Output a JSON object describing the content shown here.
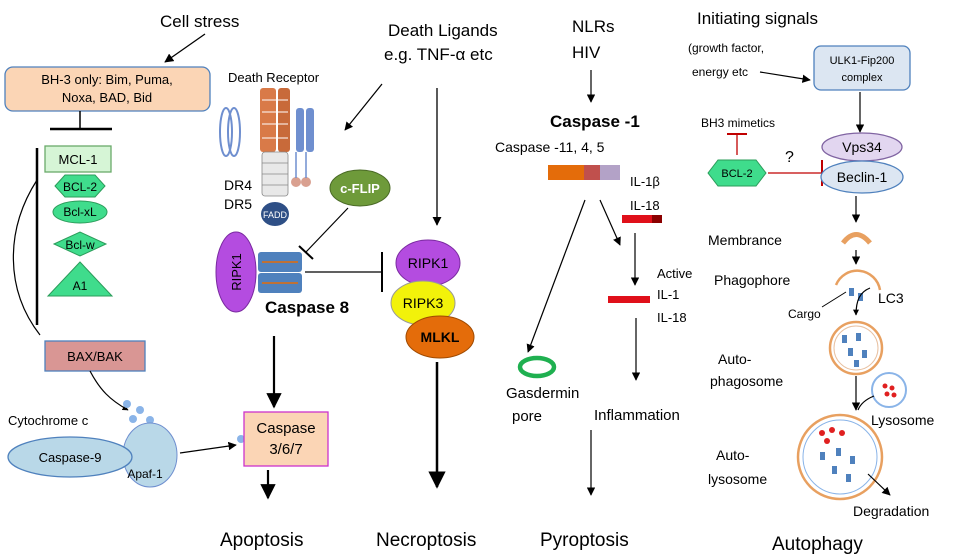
{
  "columns": {
    "apoptosis": {
      "trigger": "Cell stress",
      "bh3_box": [
        "BH-3 only: Bim, Puma,",
        "Noxa, BAD, Bid"
      ],
      "mcl1": "MCL-1",
      "bcl2": "BCL-2",
      "bclxl": "Bcl-xL",
      "bclw": "Bcl-w",
      "a1": "A1",
      "baxbak": "BAX/BAK",
      "cytochrome": "Cytochrome c",
      "caspase9": "Caspase-9",
      "apaf1": "Apaf-1",
      "caspase367": [
        "Caspase",
        "3/6/7"
      ],
      "outcome": "Apoptosis"
    },
    "death_receptor": {
      "ligands": [
        "Death Ligands",
        "e.g. TNF-α etc"
      ],
      "receptor": "Death Receptor",
      "dr4": "DR4",
      "dr5": "DR5",
      "fadd": "FADD",
      "cflip": "c-FLIP",
      "ripk1_left": "RIPK1",
      "caspase8": "Caspase 8"
    },
    "necroptosis": {
      "ripk1": "RIPK1",
      "ripk3": "RIPK3",
      "mlkl": "MLKL",
      "outcome": "Necroptosis"
    },
    "pyroptosis": {
      "trigger": [
        "NLRs",
        "HIV"
      ],
      "caspase1": "Caspase -1",
      "caspase_other": "Caspase -11, 4, 5",
      "il1b": "IL-1β",
      "il18_top": "IL-18",
      "active": [
        "Active",
        "IL-1",
        "IL-18"
      ],
      "gasdermin": [
        "Gasdermin",
        "pore"
      ],
      "inflammation": "Inflammation",
      "outcome": "Pyroptosis"
    },
    "autophagy": {
      "initiating": "Initiating signals",
      "initiating_sub": [
        "(growth factor,",
        "energy etc"
      ],
      "ulk1": [
        "ULK1-Fip200",
        "complex"
      ],
      "bh3_mimetics": "BH3 mimetics",
      "bcl2": "BCL-2",
      "question": "?",
      "vps34": "Vps34",
      "beclin1": "Beclin-1",
      "membrance": "Membrance",
      "phagophore": "Phagophore",
      "lc3": "LC3",
      "cargo": "Cargo",
      "autophagosome": [
        "Auto-",
        "phagosome"
      ],
      "lysosome": "Lysosome",
      "autolysosome": [
        "Auto-",
        "lysosome"
      ],
      "degradation": "Degradation",
      "outcome": "Autophagy"
    }
  },
  "colors": {
    "bh3_fill": "#fbd5b5",
    "mcl1_fill": "#d6f5d6",
    "bcl_fill": "#3fdc8c",
    "baxbak_fill": "#d99694",
    "caspase9_fill": "#b9d8e8",
    "caspase367_fill": "#fbd5b5",
    "caspase367_stroke": "#cc33cc",
    "receptor_blue": "#6f8fcf",
    "receptor_orange": "#d97a48",
    "cflip_fill": "#6e9a3a",
    "ripk1_fill": "#b44ce0",
    "ripk3_fill": "#f2f20a",
    "mlkl_fill": "#e46c0a",
    "caspase8_blue": "#4f81bd",
    "il_red": "#e0101a",
    "gasdermin_green": "#1fb050",
    "ulk1_fill": "#dce6f2",
    "vps34_fill": "#e2d6f0",
    "beclin_fill": "#dce6f2",
    "vesicle_stroke": "#e8a060",
    "cargo_blue": "#4f81bd",
    "lyso_red": "#e02020"
  }
}
